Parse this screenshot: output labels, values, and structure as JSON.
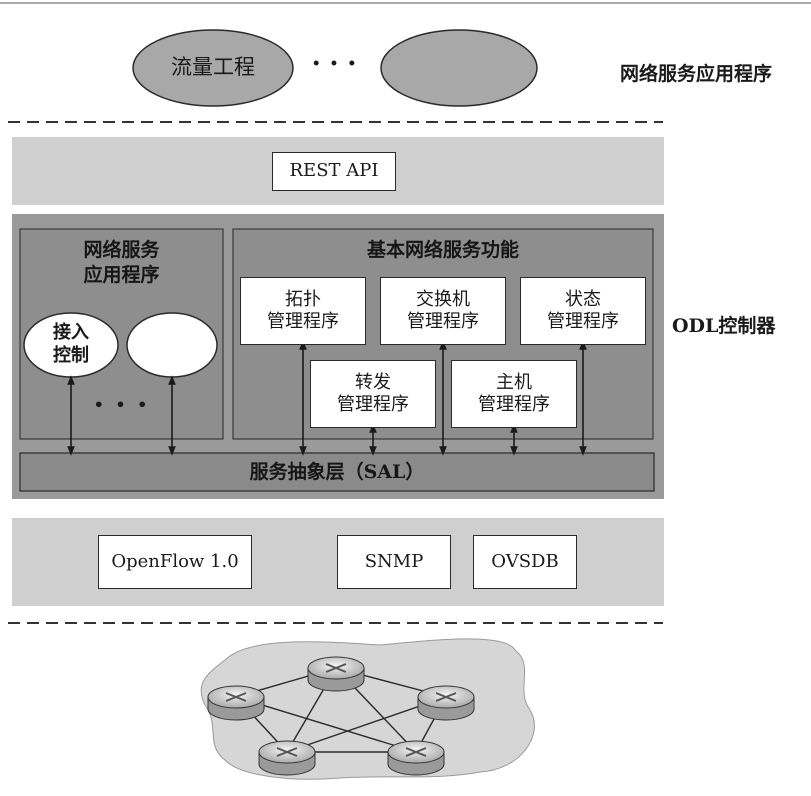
{
  "top_apps": {
    "ellipse_1": "流量工程",
    "ellipse_2": "",
    "dots": "• • •"
  },
  "labels": {
    "network_service_apps": "网络服务应用程序",
    "odl_controller": "ODL控制器"
  },
  "northbound": {
    "rest_api": "REST API"
  },
  "controller": {
    "left_panel_title": "网络服务\n应用程序",
    "access_control": "接入\n控制",
    "left_dots": "• • •",
    "basic_services_title": "基本网络服务功能",
    "modules": {
      "topology": "拓扑\n管理程序",
      "switch": "交换机\n管理程序",
      "status": "状态\n管理程序",
      "forwarding": "转发\n管理程序",
      "host": "主机\n管理程序"
    },
    "sal": "服务抽象层（SAL）"
  },
  "southbound": {
    "protocols": [
      "OpenFlow 1.0",
      "SNMP",
      "OVSDB"
    ]
  },
  "colors": {
    "band_light": "#cfcfcf",
    "panel_dark": "#9a9a9a",
    "inner_panel": "#8e8e8e",
    "ellipse_fill": "#a8a8a8",
    "cloud_fill": "#d6d6d6"
  }
}
